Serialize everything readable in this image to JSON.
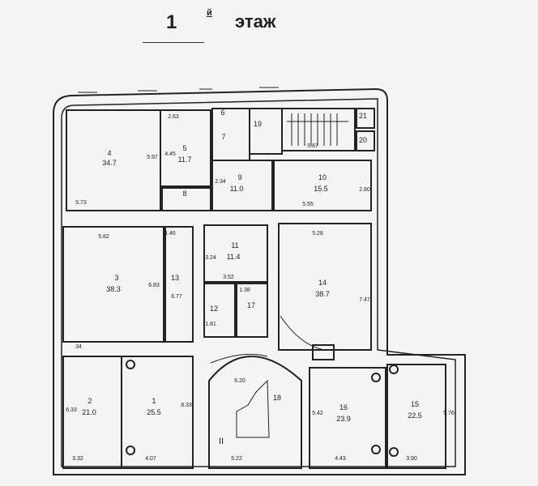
{
  "title": {
    "number": "1",
    "superscript": "й",
    "word": "этаж"
  },
  "rooms": [
    {
      "id": "4",
      "area": "34.7",
      "dims": [
        "5.97",
        "5.73"
      ]
    },
    {
      "id": "5",
      "area": "11.7",
      "dims": [
        "2.63",
        "4.45"
      ]
    },
    {
      "id": "6",
      "area": "",
      "dims": []
    },
    {
      "id": "7",
      "area": "",
      "dims": []
    },
    {
      "id": "8",
      "area": "",
      "dims": []
    },
    {
      "id": "19",
      "area": "",
      "dims": []
    },
    {
      "id": "20",
      "area": "",
      "dims": [
        "5.87"
      ]
    },
    {
      "id": "21",
      "area": "",
      "dims": []
    },
    {
      "id": "9",
      "area": "11.0",
      "dims": [
        "2.34"
      ]
    },
    {
      "id": "10",
      "area": "15.5",
      "dims": [
        "2.80",
        "5.55"
      ]
    },
    {
      "id": "3",
      "area": "38.3",
      "dims": [
        "5.82",
        "6.83",
        ".34"
      ]
    },
    {
      "id": "13",
      "area": "",
      "dims": [
        "1.46",
        "6.77"
      ]
    },
    {
      "id": "11",
      "area": "11.4",
      "dims": [
        "3.24",
        "3.52"
      ]
    },
    {
      "id": "12",
      "area": "",
      "dims": [
        "1.81"
      ]
    },
    {
      "id": "17",
      "area": "",
      "dims": [
        "1.38"
      ]
    },
    {
      "id": "14",
      "area": "38.7",
      "dims": [
        "5.28",
        "7.47"
      ]
    },
    {
      "id": "2",
      "area": "21.0",
      "dims": [
        "6.33",
        "3.32"
      ]
    },
    {
      "id": "1",
      "area": "25.5",
      "dims": [
        "8.33",
        "4.07"
      ]
    },
    {
      "id": "18",
      "area": "",
      "dims": [
        "6.20",
        "5.22"
      ]
    },
    {
      "id": "16",
      "area": "23.9",
      "dims": [
        "5.42",
        "4.43"
      ]
    },
    {
      "id": "15",
      "area": "22.5",
      "dims": [
        "5.76",
        "3.90"
      ]
    }
  ],
  "section_mark": "II"
}
